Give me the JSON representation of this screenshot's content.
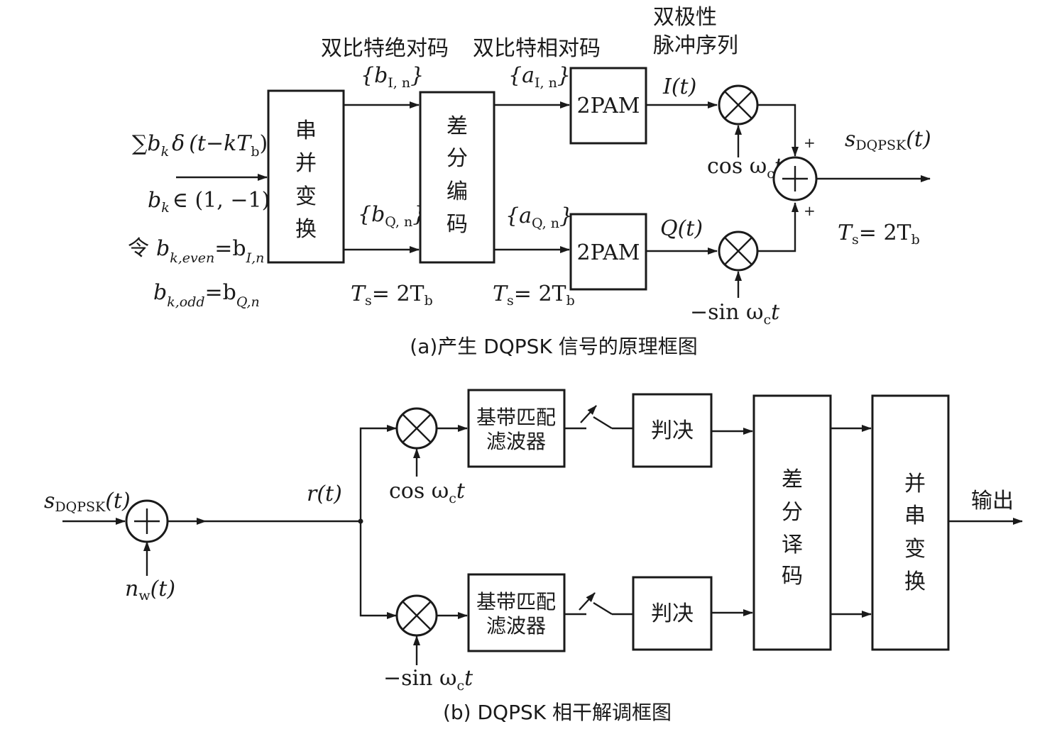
{
  "part_a": {
    "caption": "(a)产生 DQPSK 信号的原理框图",
    "blocks": {
      "serial_parallel": [
        "串",
        "并",
        "变",
        "换"
      ],
      "diff_encode": [
        "差",
        "分",
        "编",
        "码"
      ],
      "pam_i": "2PAM",
      "pam_q": "2PAM"
    },
    "labels": {
      "abs_code": "双比特绝对码",
      "rel_code": "双比特相对码",
      "bipolar_line1": "双极性",
      "bipolar_line2": "脉冲序列",
      "b_in_sum": "∑",
      "b_in_b": "b",
      "b_in_k": "k",
      "b_in_delta": "δ",
      "b_in_paren": "(t−kT",
      "b_in_tb": "b",
      "b_in_close": ")",
      "bk_b": "b",
      "bk_k": "k",
      "bk_set": "∈ (1, −1)",
      "let_char": "令",
      "even_b": "b",
      "even_sub": "k,even",
      "even_eq": "=b",
      "even_sub2": "I,n",
      "odd_b": "b",
      "odd_sub": "k,odd",
      "odd_eq": "=b",
      "odd_sub2": "Q,n",
      "bI_open": "{b",
      "bI_sub": "I, n",
      "bI_close": "}",
      "bQ_open": "{b",
      "bQ_sub": "Q, n",
      "bQ_close": "}",
      "aI_open": "{a",
      "aI_sub": "I, n",
      "aI_close": "}",
      "aQ_open": "{a",
      "aQ_sub": "Q, n",
      "aQ_close": "}",
      "it": "I(t)",
      "qt": "Q(t)",
      "cos": "cos ω",
      "cos_sub": "c",
      "cos_t": "t",
      "sin": "−sin ω",
      "sin_sub": "c",
      "sin_t": "t",
      "plus_top": "+",
      "plus_bot": "+",
      "out_s": "s",
      "out_sub": "DQPSK",
      "out_t": "(t)",
      "ts_T": "T",
      "ts_s": "s",
      "ts_eq": "= 2T",
      "ts_b": "b"
    }
  },
  "part_b": {
    "caption": "(b) DQPSK 相干解调框图",
    "blocks": {
      "filter_top": [
        "基带匹配",
        "滤波器"
      ],
      "filter_bot": [
        "基带匹配",
        "滤波器"
      ],
      "decision_top": "判决",
      "decision_bot": "判决",
      "diff_decode": [
        "差",
        "分",
        "译",
        "码"
      ],
      "parallel_serial": [
        "并",
        "串",
        "变",
        "换"
      ]
    },
    "labels": {
      "in_s": "s",
      "in_sub": "DQPSK",
      "in_t": "(t)",
      "noise_n": "n",
      "noise_sub": "w",
      "noise_t": "(t)",
      "rt": "r(t)",
      "cos": "cos ω",
      "cos_sub": "c",
      "cos_t": "t",
      "sin": "−sin ω",
      "sin_sub": "c",
      "sin_t": "t",
      "output": "输出"
    }
  }
}
